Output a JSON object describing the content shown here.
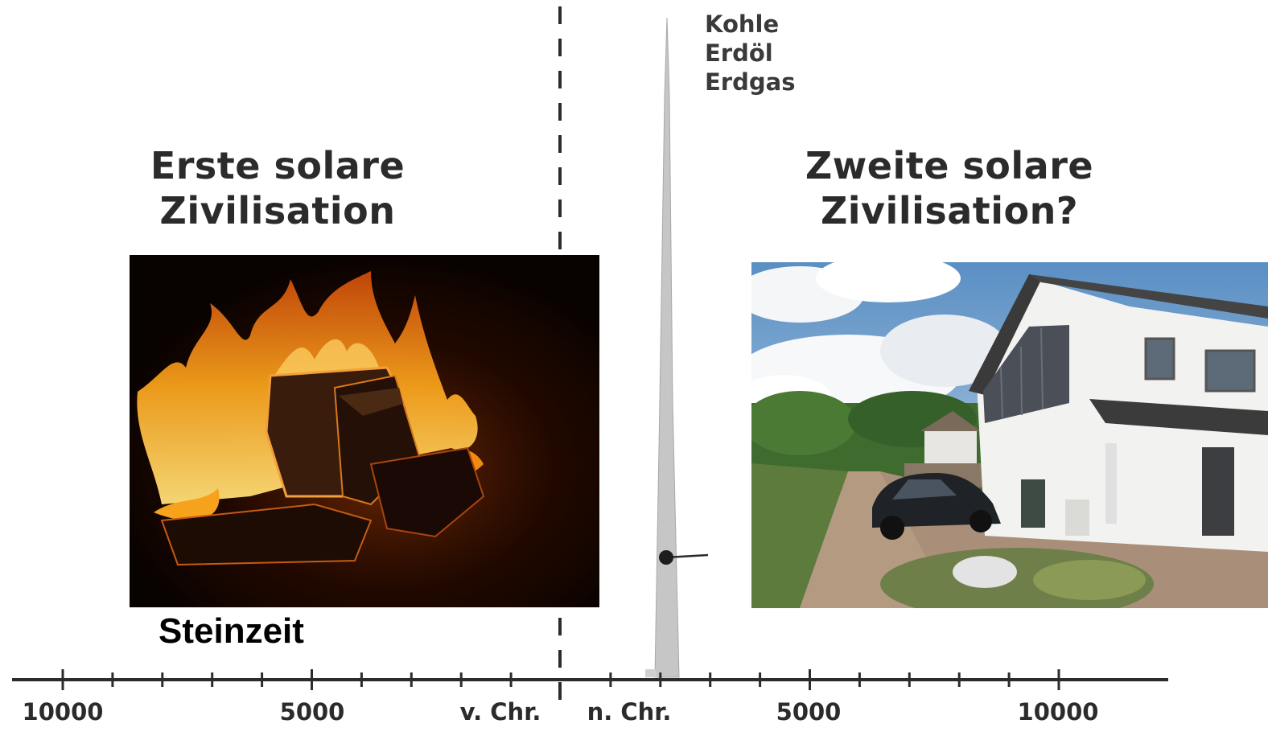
{
  "fuels": [
    "Kohle",
    "Erdöl",
    "Erdgas"
  ],
  "left_heading": [
    "Erste solare",
    "Zivilisation"
  ],
  "right_heading": [
    "Zweite solare",
    "Zivilisation?"
  ],
  "left_caption": "Steinzeit",
  "axis_labels": {
    "left_10000": "10000",
    "left_5000": "5000",
    "bc": "v. Chr.",
    "ad": "n. Chr.",
    "right_5000": "5000",
    "right_10000": "10000"
  },
  "colors": {
    "axis": "#2b2b2b",
    "spike": "#c8c8c8",
    "heading": "#2b2b2b",
    "fire_bg": "#080200",
    "flame": "#f6a21c"
  },
  "icons": [
    "campfire-photo",
    "solar-house-photo"
  ]
}
